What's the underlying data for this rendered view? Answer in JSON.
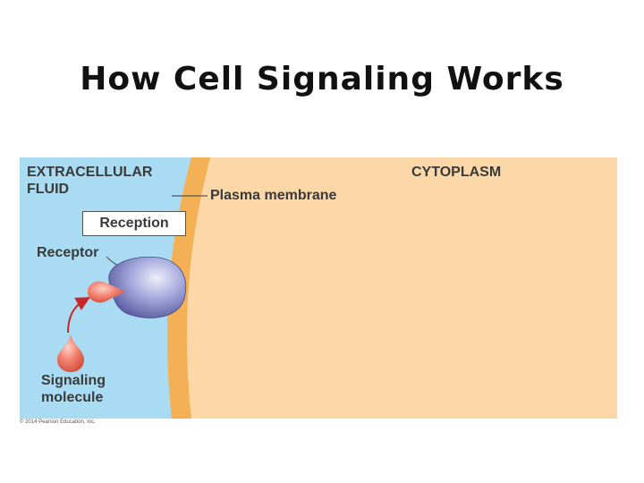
{
  "slide": {
    "title": "How Cell Signaling Works"
  },
  "figure": {
    "labels": {
      "extracellular_fluid": "EXTRACELLULAR\nFLUID",
      "cytoplasm": "CYTOPLASM",
      "plasma_membrane": "Plasma membrane",
      "reception": "Reception",
      "receptor": "Receptor",
      "signaling_molecule": "Signaling\nmolecule"
    },
    "copyright": "© 2014 Pearson Education, Inc.",
    "colors": {
      "extracellular": "#a9dcf3",
      "cytoplasm": "#fcd8a8",
      "membrane": "#f3b055",
      "receptor": "#8d90cc",
      "signaling_molecule": "#f27d6d",
      "arrow": "#c8262a"
    }
  }
}
